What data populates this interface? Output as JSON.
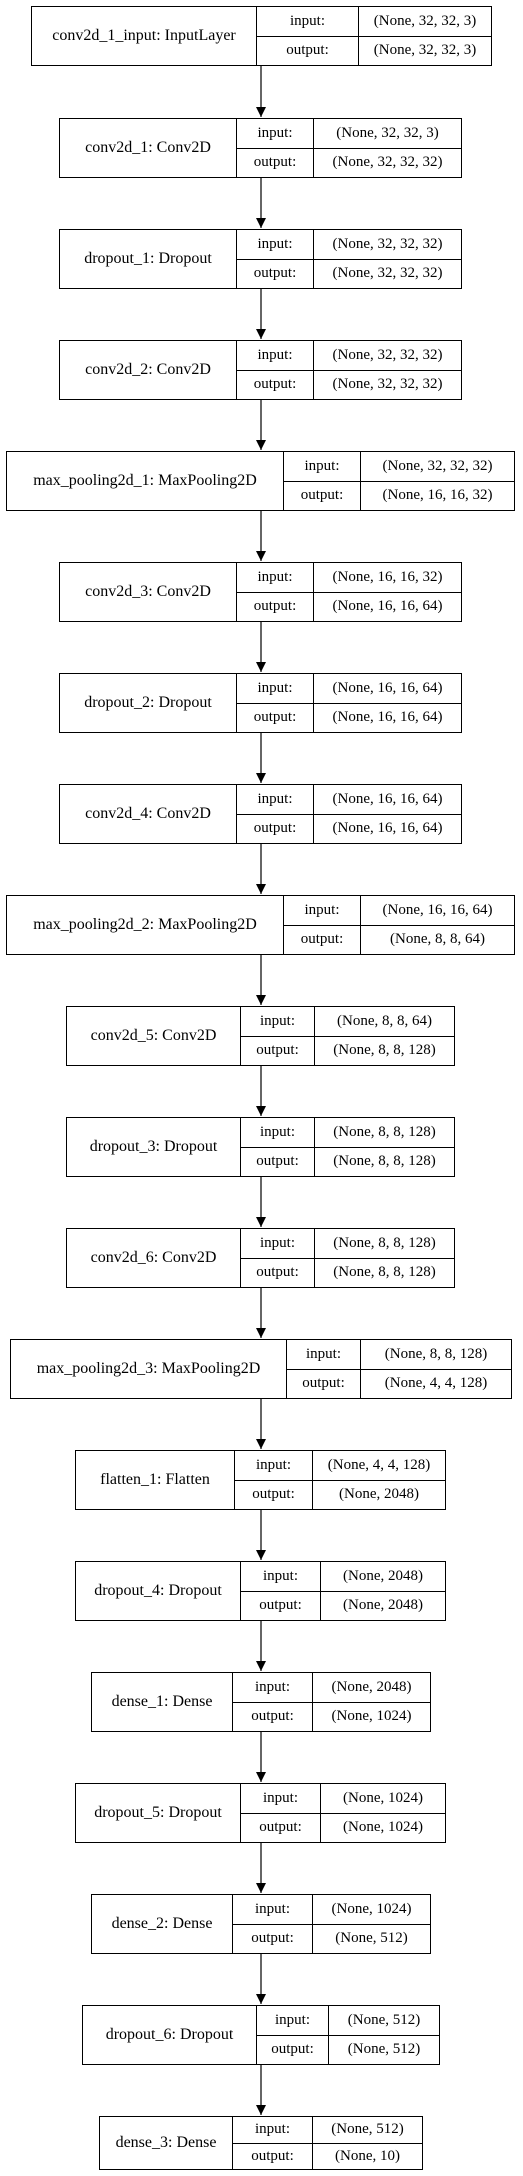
{
  "port_labels": {
    "input": "input:",
    "output": "output:"
  },
  "layers": [
    {
      "name": "conv2d_1_input: InputLayer",
      "input": "(None, 32, 32, 3)",
      "output": "(None, 32, 32, 3)"
    },
    {
      "name": "conv2d_1: Conv2D",
      "input": "(None, 32, 32, 3)",
      "output": "(None, 32, 32, 32)"
    },
    {
      "name": "dropout_1: Dropout",
      "input": "(None, 32, 32, 32)",
      "output": "(None, 32, 32, 32)"
    },
    {
      "name": "conv2d_2: Conv2D",
      "input": "(None, 32, 32, 32)",
      "output": "(None, 32, 32, 32)"
    },
    {
      "name": "max_pooling2d_1: MaxPooling2D",
      "input": "(None, 32, 32, 32)",
      "output": "(None, 16, 16, 32)"
    },
    {
      "name": "conv2d_3: Conv2D",
      "input": "(None, 16, 16, 32)",
      "output": "(None, 16, 16, 64)"
    },
    {
      "name": "dropout_2: Dropout",
      "input": "(None, 16, 16, 64)",
      "output": "(None, 16, 16, 64)"
    },
    {
      "name": "conv2d_4: Conv2D",
      "input": "(None, 16, 16, 64)",
      "output": "(None, 16, 16, 64)"
    },
    {
      "name": "max_pooling2d_2: MaxPooling2D",
      "input": "(None, 16, 16, 64)",
      "output": "(None, 8, 8, 64)"
    },
    {
      "name": "conv2d_5: Conv2D",
      "input": "(None, 8, 8, 64)",
      "output": "(None, 8, 8, 128)"
    },
    {
      "name": "dropout_3: Dropout",
      "input": "(None, 8, 8, 128)",
      "output": "(None, 8, 8, 128)"
    },
    {
      "name": "conv2d_6: Conv2D",
      "input": "(None, 8, 8, 128)",
      "output": "(None, 8, 8, 128)"
    },
    {
      "name": "max_pooling2d_3: MaxPooling2D",
      "input": "(None, 8, 8, 128)",
      "output": "(None, 4, 4, 128)"
    },
    {
      "name": "flatten_1: Flatten",
      "input": "(None, 4, 4, 128)",
      "output": "(None, 2048)"
    },
    {
      "name": "dropout_4: Dropout",
      "input": "(None, 2048)",
      "output": "(None, 2048)"
    },
    {
      "name": "dense_1: Dense",
      "input": "(None, 2048)",
      "output": "(None, 1024)"
    },
    {
      "name": "dropout_5: Dropout",
      "input": "(None, 1024)",
      "output": "(None, 1024)"
    },
    {
      "name": "dense_2: Dense",
      "input": "(None, 1024)",
      "output": "(None, 512)"
    },
    {
      "name": "dropout_6: Dropout",
      "input": "(None, 512)",
      "output": "(None, 512)"
    },
    {
      "name": "dense_3: Dense",
      "input": "(None, 512)",
      "output": "(None, 10)"
    }
  ]
}
